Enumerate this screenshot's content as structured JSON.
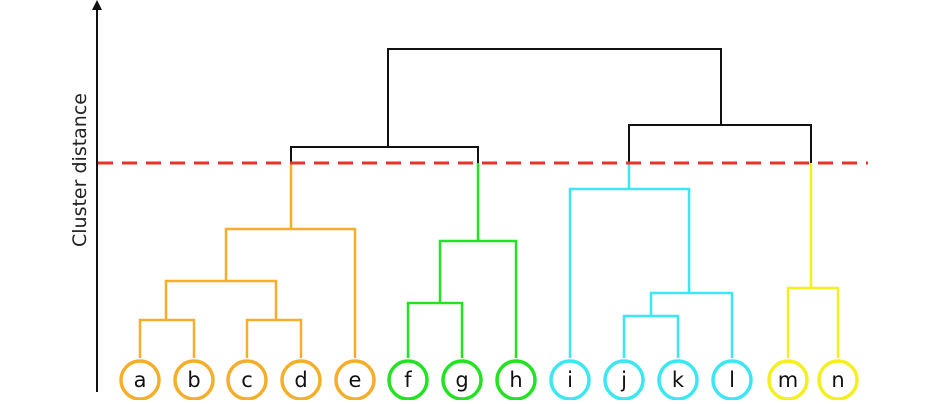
{
  "axis": {
    "y_label": "Cluster distance"
  },
  "colors": {
    "orange": "#f5ae2a",
    "green": "#22e322",
    "cyan": "#3ae7f2",
    "yellow": "#f4f01e",
    "black": "#111111",
    "cutoff": "#e8322a",
    "axis": "#111111"
  },
  "cutoff": {
    "style": "dashed"
  },
  "leaves": [
    {
      "id": "a",
      "label": "a",
      "cluster": "orange"
    },
    {
      "id": "b",
      "label": "b",
      "cluster": "orange"
    },
    {
      "id": "c",
      "label": "c",
      "cluster": "orange"
    },
    {
      "id": "d",
      "label": "d",
      "cluster": "orange"
    },
    {
      "id": "e",
      "label": "e",
      "cluster": "orange"
    },
    {
      "id": "f",
      "label": "f",
      "cluster": "green"
    },
    {
      "id": "g",
      "label": "g",
      "cluster": "green"
    },
    {
      "id": "h",
      "label": "h",
      "cluster": "green"
    },
    {
      "id": "i",
      "label": "i",
      "cluster": "cyan"
    },
    {
      "id": "j",
      "label": "j",
      "cluster": "cyan"
    },
    {
      "id": "k",
      "label": "k",
      "cluster": "cyan"
    },
    {
      "id": "l",
      "label": "l",
      "cluster": "cyan"
    },
    {
      "id": "m",
      "label": "m",
      "cluster": "yellow"
    },
    {
      "id": "n",
      "label": "n",
      "cluster": "yellow"
    }
  ]
}
